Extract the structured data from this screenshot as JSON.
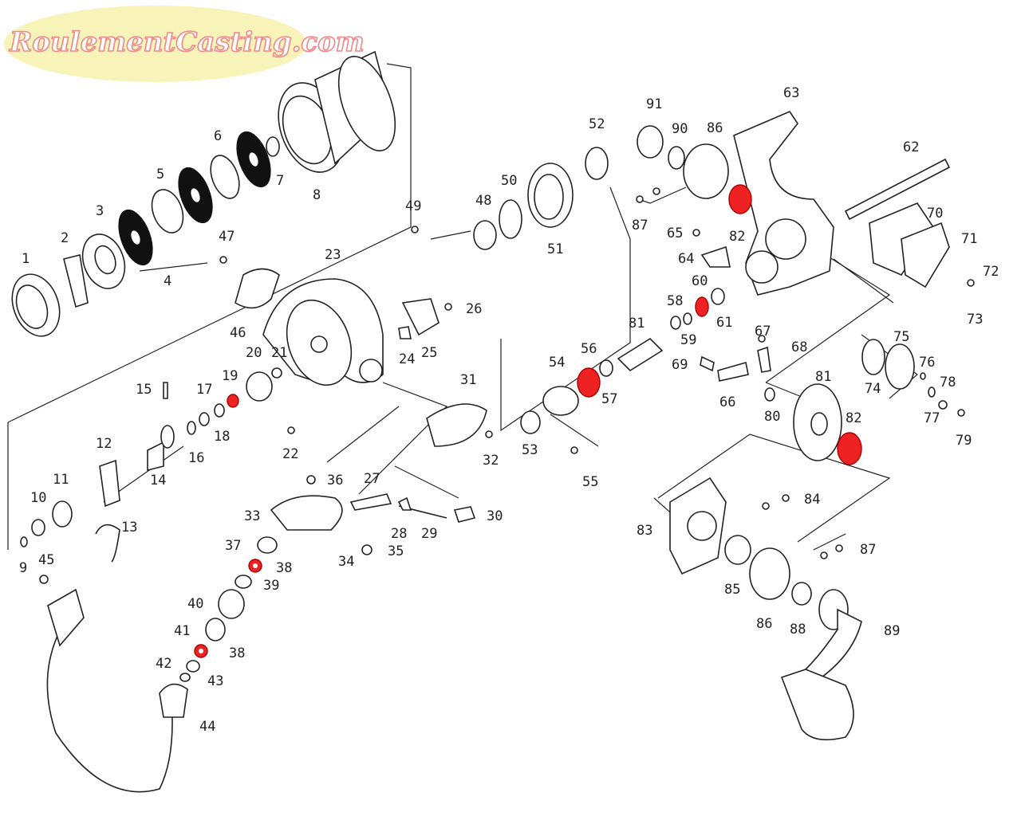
{
  "logo": {
    "text": "RoulementCasting.com",
    "color": "#f5a0a8",
    "bg": "#f8f3b8"
  },
  "highlight_color": "#e52222",
  "labels": [
    {
      "id": "1",
      "text": "1"
    },
    {
      "id": "2",
      "text": "2"
    },
    {
      "id": "3",
      "text": "3"
    },
    {
      "id": "4",
      "text": "4"
    },
    {
      "id": "5",
      "text": "5"
    },
    {
      "id": "6",
      "text": "6"
    },
    {
      "id": "7",
      "text": "7"
    },
    {
      "id": "8",
      "text": "8"
    },
    {
      "id": "9",
      "text": "9"
    },
    {
      "id": "10",
      "text": "10"
    },
    {
      "id": "11",
      "text": "11"
    },
    {
      "id": "12",
      "text": "12"
    },
    {
      "id": "13",
      "text": "13"
    },
    {
      "id": "14",
      "text": "14"
    },
    {
      "id": "15",
      "text": "15"
    },
    {
      "id": "16",
      "text": "16"
    },
    {
      "id": "17",
      "text": "17"
    },
    {
      "id": "18",
      "text": "18"
    },
    {
      "id": "19",
      "text": "19"
    },
    {
      "id": "20",
      "text": "20"
    },
    {
      "id": "21",
      "text": "21"
    },
    {
      "id": "22",
      "text": "22"
    },
    {
      "id": "23",
      "text": "23"
    },
    {
      "id": "24",
      "text": "24"
    },
    {
      "id": "25",
      "text": "25"
    },
    {
      "id": "26",
      "text": "26"
    },
    {
      "id": "27",
      "text": "27"
    },
    {
      "id": "28",
      "text": "28"
    },
    {
      "id": "29",
      "text": "29"
    },
    {
      "id": "30",
      "text": "30"
    },
    {
      "id": "31",
      "text": "31"
    },
    {
      "id": "32",
      "text": "32"
    },
    {
      "id": "33",
      "text": "33"
    },
    {
      "id": "34",
      "text": "34"
    },
    {
      "id": "35",
      "text": "35"
    },
    {
      "id": "36",
      "text": "36"
    },
    {
      "id": "37",
      "text": "37"
    },
    {
      "id": "38a",
      "text": "38"
    },
    {
      "id": "38b",
      "text": "38"
    },
    {
      "id": "39",
      "text": "39"
    },
    {
      "id": "40",
      "text": "40"
    },
    {
      "id": "41",
      "text": "41"
    },
    {
      "id": "42",
      "text": "42"
    },
    {
      "id": "43",
      "text": "43"
    },
    {
      "id": "44",
      "text": "44"
    },
    {
      "id": "45",
      "text": "45"
    },
    {
      "id": "46",
      "text": "46"
    },
    {
      "id": "47",
      "text": "47"
    },
    {
      "id": "48",
      "text": "48"
    },
    {
      "id": "49",
      "text": "49"
    },
    {
      "id": "50",
      "text": "50"
    },
    {
      "id": "51",
      "text": "51"
    },
    {
      "id": "52",
      "text": "52"
    },
    {
      "id": "53",
      "text": "53"
    },
    {
      "id": "54",
      "text": "54"
    },
    {
      "id": "55",
      "text": "55"
    },
    {
      "id": "56",
      "text": "56"
    },
    {
      "id": "57",
      "text": "57"
    },
    {
      "id": "58",
      "text": "58"
    },
    {
      "id": "59",
      "text": "59"
    },
    {
      "id": "60",
      "text": "60"
    },
    {
      "id": "61",
      "text": "61"
    },
    {
      "id": "62",
      "text": "62"
    },
    {
      "id": "63",
      "text": "63"
    },
    {
      "id": "64",
      "text": "64"
    },
    {
      "id": "65",
      "text": "65"
    },
    {
      "id": "66",
      "text": "66"
    },
    {
      "id": "67",
      "text": "67"
    },
    {
      "id": "68",
      "text": "68"
    },
    {
      "id": "69",
      "text": "69"
    },
    {
      "id": "70",
      "text": "70"
    },
    {
      "id": "71",
      "text": "71"
    },
    {
      "id": "72",
      "text": "72"
    },
    {
      "id": "73",
      "text": "73"
    },
    {
      "id": "74",
      "text": "74"
    },
    {
      "id": "75",
      "text": "75"
    },
    {
      "id": "76",
      "text": "76"
    },
    {
      "id": "77",
      "text": "77"
    },
    {
      "id": "78",
      "text": "78"
    },
    {
      "id": "79",
      "text": "79"
    },
    {
      "id": "80",
      "text": "80"
    },
    {
      "id": "81a",
      "text": "81"
    },
    {
      "id": "81b",
      "text": "81"
    },
    {
      "id": "82a",
      "text": "82"
    },
    {
      "id": "82b",
      "text": "82"
    },
    {
      "id": "83",
      "text": "83"
    },
    {
      "id": "84",
      "text": "84"
    },
    {
      "id": "85",
      "text": "85"
    },
    {
      "id": "86a",
      "text": "86"
    },
    {
      "id": "86b",
      "text": "86"
    },
    {
      "id": "87a",
      "text": "87"
    },
    {
      "id": "87b",
      "text": "87"
    },
    {
      "id": "88",
      "text": "88"
    },
    {
      "id": "89",
      "text": "89"
    },
    {
      "id": "90",
      "text": "90"
    },
    {
      "id": "91",
      "text": "91"
    }
  ]
}
